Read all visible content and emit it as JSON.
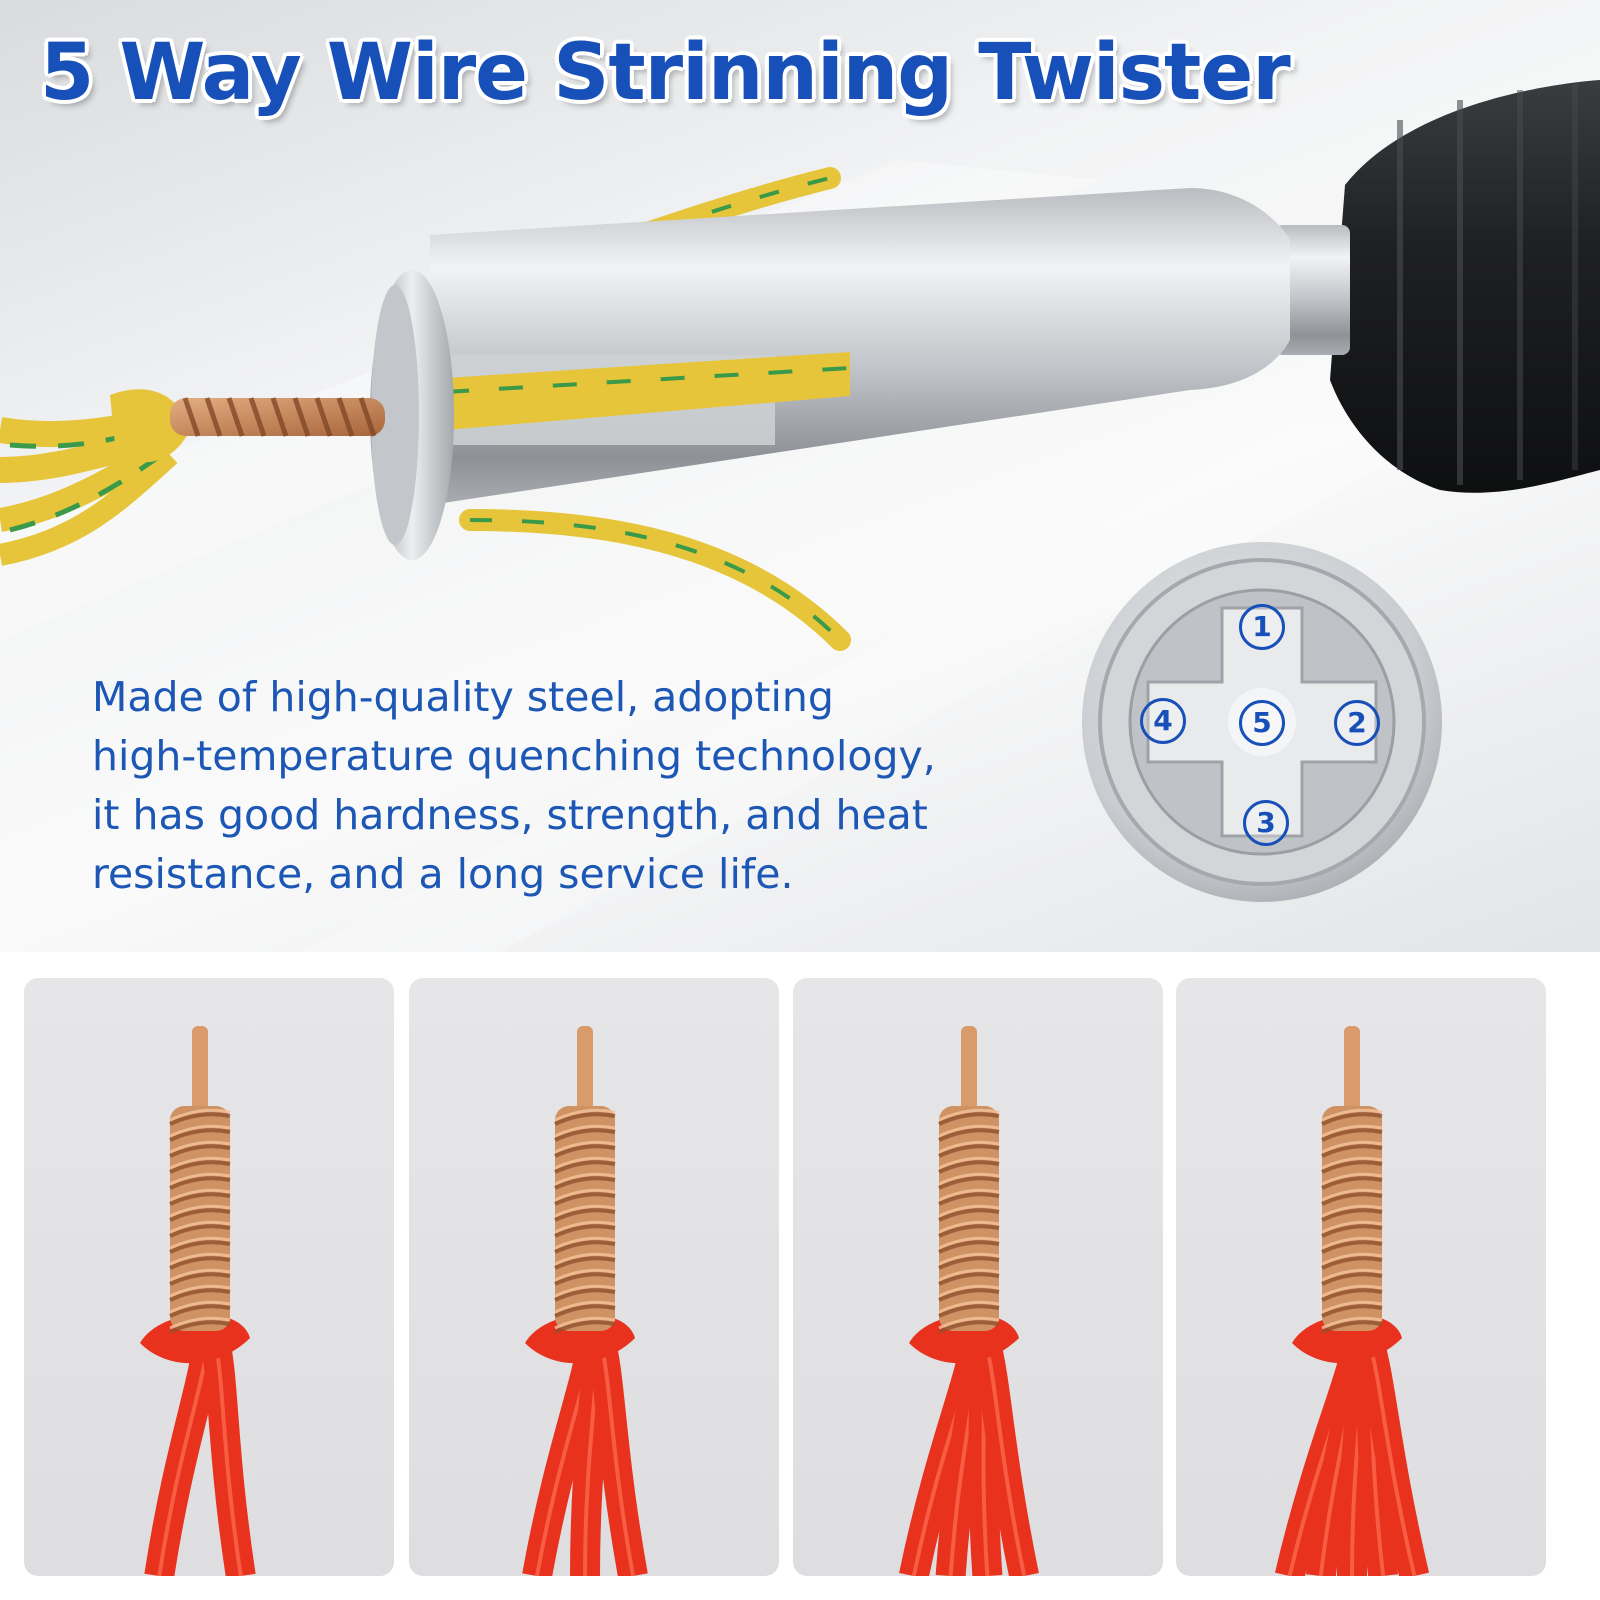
{
  "headline": "5 Way Wire Strinning Twister",
  "description": {
    "line1": "Made of high-quality steel,  adopting",
    "line2": "high-temperature quenching technology,",
    "line3": "it has good hardness, strength, and heat",
    "line4": "resistance, and a long service life."
  },
  "slots": [
    "1",
    "2",
    "3",
    "4",
    "5"
  ],
  "colors": {
    "headline": "#1750b8",
    "description": "#1d57b5",
    "wire_insulation": "#e8321e",
    "copper": "#c98a5a",
    "wire_yellow": "#e6c53a",
    "wire_green": "#3a9a4a"
  },
  "panels": [
    {
      "wires": 2
    },
    {
      "wires": 3
    },
    {
      "wires": 4
    },
    {
      "wires": 5
    }
  ]
}
